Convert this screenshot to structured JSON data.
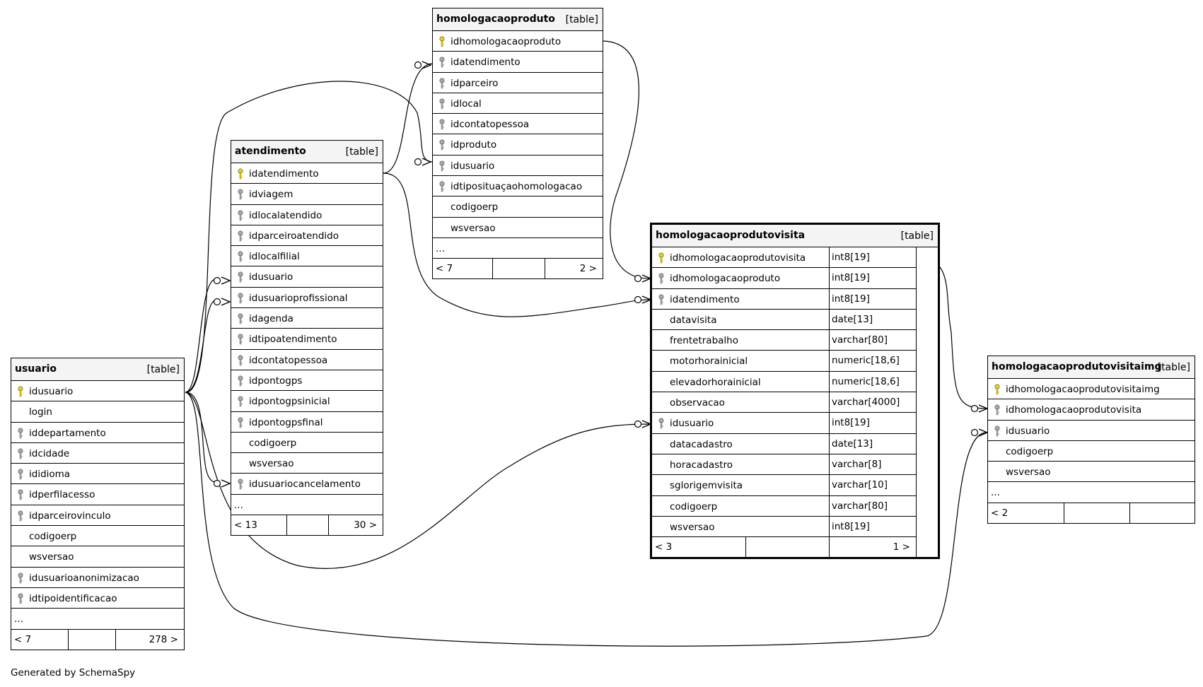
{
  "tables": {
    "homologacaoproduto": {
      "name": "homologacaoproduto",
      "tag": "[table]",
      "columns": [
        {
          "name": "idhomologacaoproduto",
          "key": "pk"
        },
        {
          "name": "idatendimento",
          "key": "fk"
        },
        {
          "name": "idparceiro",
          "key": "fk"
        },
        {
          "name": "idlocal",
          "key": "fk"
        },
        {
          "name": "idcontatopessoa",
          "key": "fk"
        },
        {
          "name": "idproduto",
          "key": "fk"
        },
        {
          "name": "idusuario",
          "key": "fk"
        },
        {
          "name": "idtiposituaçaohomologacao",
          "key": "fk"
        },
        {
          "name": "codigoerp",
          "key": ""
        },
        {
          "name": "wsversao",
          "key": ""
        },
        {
          "name": "...",
          "key": ""
        }
      ],
      "footer": {
        "left": "< 7",
        "right": "2 >"
      }
    },
    "atendimento": {
      "name": "atendimento",
      "tag": "[table]",
      "columns": [
        {
          "name": "idatendimento",
          "key": "pk"
        },
        {
          "name": "idviagem",
          "key": "fk"
        },
        {
          "name": "idlocalatendido",
          "key": "fk"
        },
        {
          "name": "idparceiroatendido",
          "key": "fk"
        },
        {
          "name": "idlocalfilial",
          "key": "fk"
        },
        {
          "name": "idusuario",
          "key": "fk"
        },
        {
          "name": "idusuarioprofissional",
          "key": "fk"
        },
        {
          "name": "idagenda",
          "key": "fk"
        },
        {
          "name": "idtipoatendimento",
          "key": "fk"
        },
        {
          "name": "idcontatopessoa",
          "key": "fk"
        },
        {
          "name": "idpontogps",
          "key": "fk"
        },
        {
          "name": "idpontogpsinicial",
          "key": "fk"
        },
        {
          "name": "idpontogpsfinal",
          "key": "fk"
        },
        {
          "name": "codigoerp",
          "key": ""
        },
        {
          "name": "wsversao",
          "key": ""
        },
        {
          "name": "idusuariocancelamento",
          "key": "fk"
        },
        {
          "name": "...",
          "key": ""
        }
      ],
      "footer": {
        "left": "< 13",
        "right": "30 >"
      }
    },
    "usuario": {
      "name": "usuario",
      "tag": "[table]",
      "columns": [
        {
          "name": "idusuario",
          "key": "pk"
        },
        {
          "name": "login",
          "key": ""
        },
        {
          "name": "iddepartamento",
          "key": "fk"
        },
        {
          "name": "idcidade",
          "key": "fk"
        },
        {
          "name": "ididioma",
          "key": "fk"
        },
        {
          "name": "idperfilacesso",
          "key": "fk"
        },
        {
          "name": "idparceirovinculo",
          "key": "fk"
        },
        {
          "name": "codigoerp",
          "key": ""
        },
        {
          "name": "wsversao",
          "key": ""
        },
        {
          "name": "idusuarioanonimizacao",
          "key": "fk"
        },
        {
          "name": "idtipoidentificacao",
          "key": "fk"
        },
        {
          "name": "...",
          "key": ""
        }
      ],
      "footer": {
        "left": "< 7",
        "right": "278 >"
      }
    },
    "homologacaoprodutovisita": {
      "name": "homologacaoprodutovisita",
      "tag": "[table]",
      "columns": [
        {
          "name": "idhomologacaoprodutovisita",
          "key": "pk",
          "type": "int8[19]"
        },
        {
          "name": "idhomologacaoproduto",
          "key": "fk",
          "type": "int8[19]"
        },
        {
          "name": "idatendimento",
          "key": "fk",
          "type": "int8[19]"
        },
        {
          "name": "datavisita",
          "key": "",
          "type": "date[13]"
        },
        {
          "name": "frentetrabalho",
          "key": "",
          "type": "varchar[80]"
        },
        {
          "name": "motorhorainicial",
          "key": "",
          "type": "numeric[18,6]"
        },
        {
          "name": "elevadorhorainicial",
          "key": "",
          "type": "numeric[18,6]"
        },
        {
          "name": "observacao",
          "key": "",
          "type": "varchar[4000]"
        },
        {
          "name": "idusuario",
          "key": "fk",
          "type": "int8[19]"
        },
        {
          "name": "datacadastro",
          "key": "",
          "type": "date[13]"
        },
        {
          "name": "horacadastro",
          "key": "",
          "type": "varchar[8]"
        },
        {
          "name": "sglorigemvisita",
          "key": "",
          "type": "varchar[10]"
        },
        {
          "name": "codigoerp",
          "key": "",
          "type": "varchar[80]"
        },
        {
          "name": "wsversao",
          "key": "",
          "type": "int8[19]"
        }
      ],
      "footer": {
        "left": "< 3",
        "right": "1 >"
      }
    },
    "homologacaoprodutovisitaimg": {
      "name": "homologacaoprodutovisitaimg",
      "tag": "[table]",
      "columns": [
        {
          "name": "idhomologacaoprodutovisitaimg",
          "key": "pk"
        },
        {
          "name": "idhomologacaoprodutovisita",
          "key": "fk"
        },
        {
          "name": "idusuario",
          "key": "fk"
        },
        {
          "name": "codigoerp",
          "key": ""
        },
        {
          "name": "wsversao",
          "key": ""
        },
        {
          "name": "...",
          "key": ""
        }
      ],
      "footer": {
        "left": "< 2",
        "right": ""
      }
    }
  },
  "credit": "Generated by SchemaSpy",
  "colors": {
    "primary_key": "#e8d400",
    "foreign_key": "#a8a8a8",
    "line": "#000000",
    "header_bg": "#f4f4f4"
  }
}
